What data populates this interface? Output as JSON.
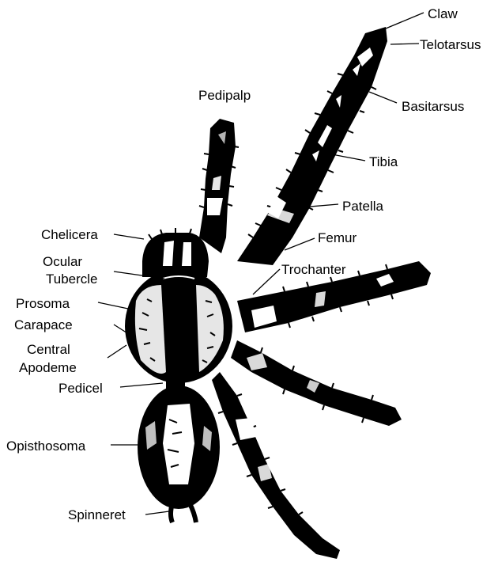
{
  "diagram": {
    "labels": {
      "claw": "Claw",
      "telotarsus": "Telotarsus",
      "basitarsus": "Basitarsus",
      "tibia": "Tibia",
      "patella": "Patella",
      "femur": "Femur",
      "trochanter": "Trochanter",
      "pedipalp": "Pedipalp",
      "chelicera": "Chelicera",
      "ocular_1": "Ocular",
      "ocular_2": "Tubercle",
      "prosoma": "Prosoma",
      "carapace": "Carapace",
      "apodeme_1": "Central",
      "apodeme_2": "Apodeme",
      "pedicel": "Pedicel",
      "opisthosoma": "Opisthosoma",
      "spinneret": "Spinneret"
    },
    "colors": {
      "body": "#000000",
      "marking": "#ffffff",
      "background": "#ffffff"
    }
  }
}
